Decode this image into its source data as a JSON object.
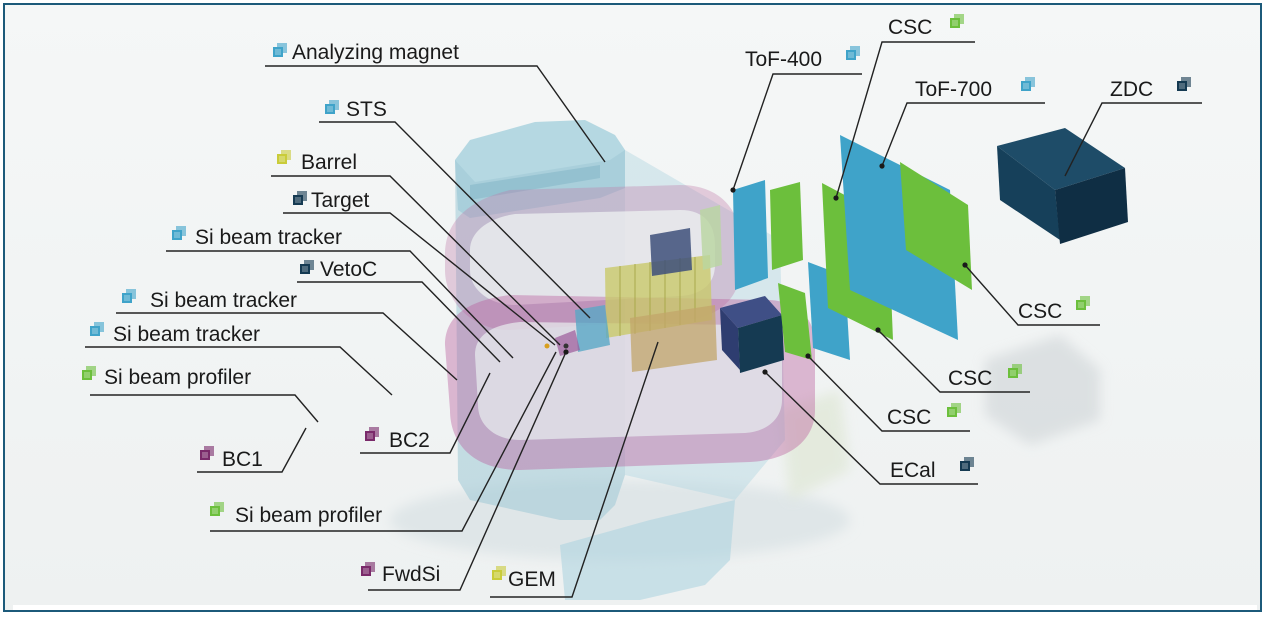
{
  "colors": {
    "blue": "#3fa3c9",
    "green": "#6cbf3c",
    "dark_navy": "#153a52",
    "purple": "#7a2a6a",
    "yellow": "#c9cc3a",
    "magnet_glass": "#9fcad6",
    "yoke_pink": "#b85a9c",
    "frame": "#1c5a7a"
  },
  "labels": [
    {
      "id": "analyzing-magnet",
      "text": "Analyzing magnet",
      "icon": "blue"
    },
    {
      "id": "sts",
      "text": "STS",
      "icon": "blue"
    },
    {
      "id": "barrel",
      "text": "Barrel",
      "icon": "yellow"
    },
    {
      "id": "target",
      "text": "Target",
      "icon": "dark_navy"
    },
    {
      "id": "si-beam-tracker-1",
      "text": "Si beam tracker",
      "icon": "blue"
    },
    {
      "id": "vetoc",
      "text": "VetoC",
      "icon": "dark_navy"
    },
    {
      "id": "si-beam-tracker-2",
      "text": "Si beam tracker",
      "icon": "blue"
    },
    {
      "id": "si-beam-tracker-3",
      "text": "Si beam tracker",
      "icon": "blue"
    },
    {
      "id": "si-beam-profiler-1",
      "text": "Si beam profiler",
      "icon": "green"
    },
    {
      "id": "bc1",
      "text": "BC1",
      "icon": "purple"
    },
    {
      "id": "bc2",
      "text": "BC2",
      "icon": "purple"
    },
    {
      "id": "si-beam-profiler-2",
      "text": "Si beam profiler",
      "icon": "green"
    },
    {
      "id": "fwdsi",
      "text": "FwdSi",
      "icon": "purple"
    },
    {
      "id": "gem",
      "text": "GEM",
      "icon": "yellow"
    },
    {
      "id": "tof-400",
      "text": "ToF-400",
      "icon": "blue"
    },
    {
      "id": "csc-top",
      "text": "CSC",
      "icon": "green"
    },
    {
      "id": "tof-700",
      "text": "ToF-700",
      "icon": "blue"
    },
    {
      "id": "zdc",
      "text": "ZDC",
      "icon": "dark_navy"
    },
    {
      "id": "csc-right-1",
      "text": "CSC",
      "icon": "green"
    },
    {
      "id": "csc-right-2",
      "text": "CSC",
      "icon": "green"
    },
    {
      "id": "csc-right-3",
      "text": "CSC",
      "icon": "green"
    },
    {
      "id": "ecal",
      "text": "ECal",
      "icon": "dark_navy"
    }
  ]
}
